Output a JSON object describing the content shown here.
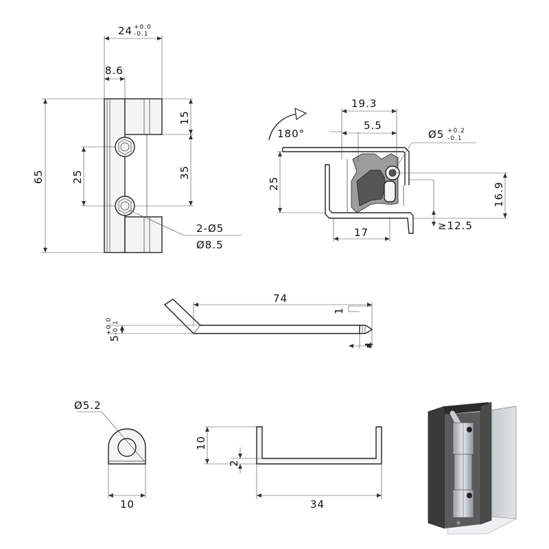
{
  "front_view": {
    "width_main": "24",
    "width_tol_upper": "+0.0",
    "width_tol_lower": "-0.1",
    "leaf_offset": "8.6",
    "total_height": "65",
    "top_knuckle": "15",
    "hole_pitch_left": "25",
    "hole_pitch_right": "35",
    "hole_note": "2-Ø5",
    "counterbore": "Ø8.5"
  },
  "side_view": {
    "rotation": "180°",
    "width_outer": "19.3",
    "offset_inner": "5.5",
    "pin_dia": "Ø5",
    "pin_tol_upper": "+0.2",
    "pin_tol_lower": "-0.1",
    "height_left": "25",
    "height_right": "16.9",
    "min_clearance": "≥12.5",
    "bottom_width": "17"
  },
  "pin_view": {
    "length": "74",
    "dia_main": "5",
    "dia_tol_upper": "+0.0",
    "dia_tol_lower": "-0.1",
    "chamfer": "1",
    "tip_length": "4"
  },
  "washer_view": {
    "hole_dia": "Ø5.2",
    "width": "10"
  },
  "clip_view": {
    "height": "10",
    "thickness": "2",
    "length": "34"
  },
  "colors": {
    "line": "#222222",
    "background": "#ffffff",
    "panel_dark": "#3a3a3a",
    "panel_light": "#c8cdd0"
  }
}
